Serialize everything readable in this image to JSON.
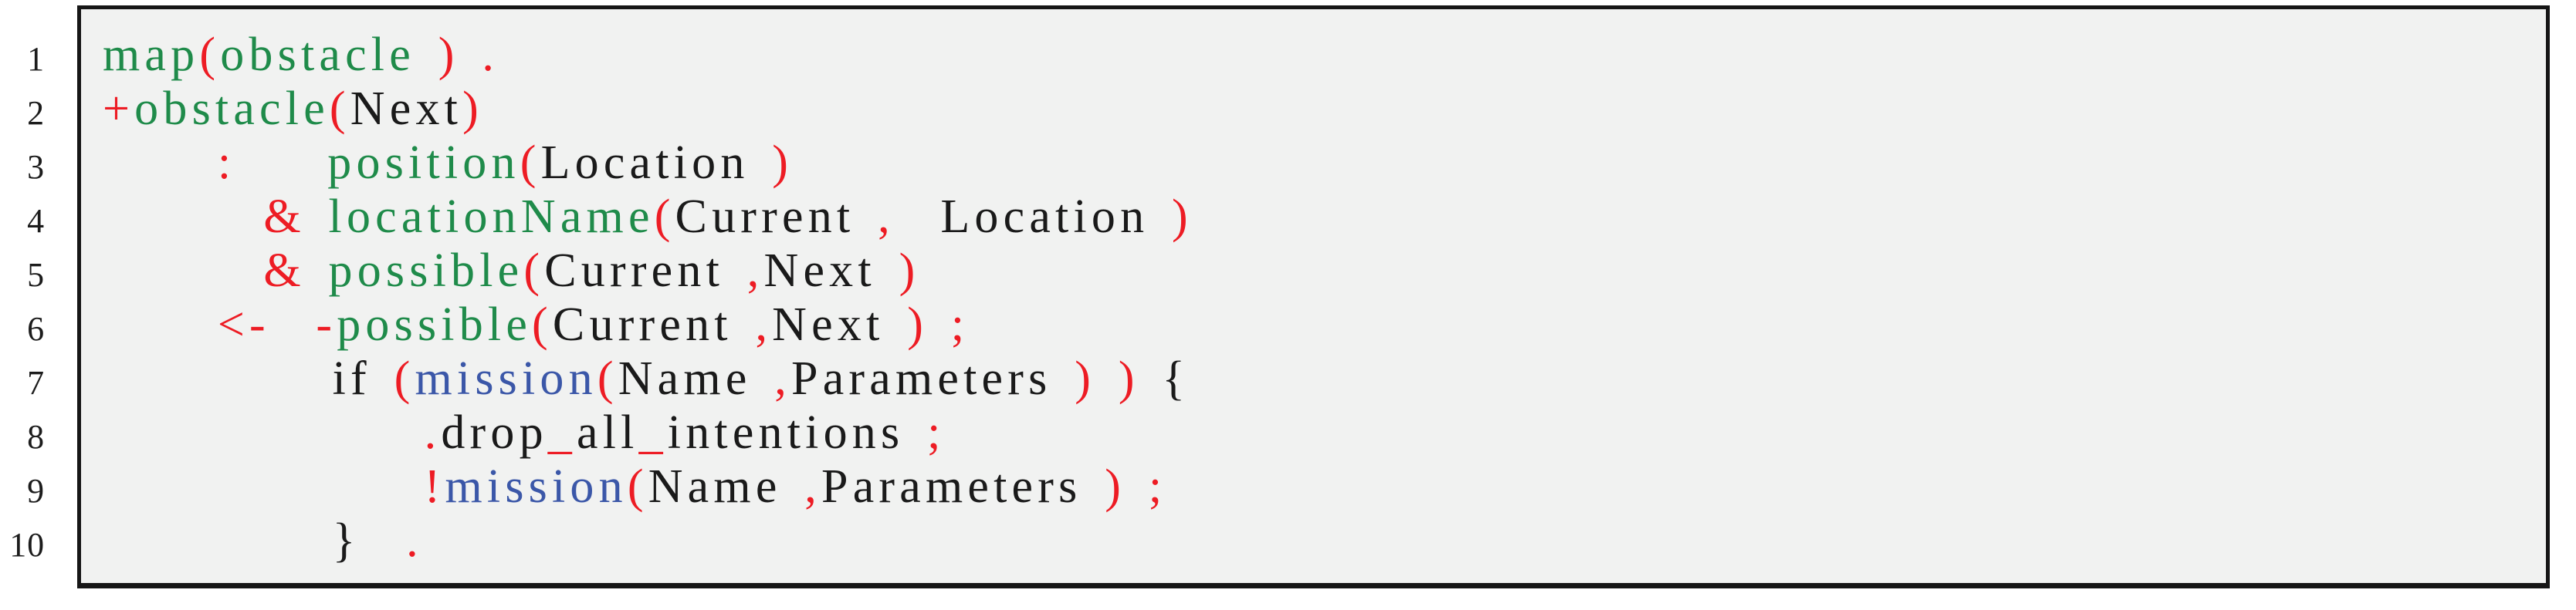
{
  "listing": {
    "frame": {
      "background": "#f1f2f1",
      "border_color": "#161616"
    },
    "palette": {
      "green": "#1f8b4a",
      "red": "#ed1c24",
      "blue": "#3b57a8",
      "black": "#1a1a1a",
      "line_number_color": "#1c1c1c"
    },
    "token_roles": {
      "g": "predicate-name",
      "r": "punctuation-operator",
      "b": "goal-belief-name",
      "k": "keyword-or-variable"
    },
    "lines": [
      {
        "number": "1",
        "tokens": [
          [
            "g",
            "map"
          ],
          [
            "r",
            "("
          ],
          [
            "g",
            "obstacle"
          ],
          [
            "r",
            " ) ."
          ]
        ]
      },
      {
        "number": "2",
        "tokens": [
          [
            "r",
            "+"
          ],
          [
            "g",
            "obstacle"
          ],
          [
            "r",
            "("
          ],
          [
            "k",
            "Next"
          ],
          [
            "r",
            ")"
          ]
        ]
      },
      {
        "number": "3",
        "tokens": [
          [
            "k",
            "     "
          ],
          [
            "r",
            ":"
          ],
          [
            "k",
            "    "
          ],
          [
            "g",
            "position"
          ],
          [
            "r",
            "("
          ],
          [
            "k",
            "Location"
          ],
          [
            "r",
            " )"
          ]
        ]
      },
      {
        "number": "4",
        "tokens": [
          [
            "k",
            "       "
          ],
          [
            "r",
            "&"
          ],
          [
            "k",
            " "
          ],
          [
            "g",
            "locationName"
          ],
          [
            "r",
            "("
          ],
          [
            "k",
            "Current"
          ],
          [
            "r",
            " ,"
          ],
          [
            "k",
            "  Location"
          ],
          [
            "r",
            " )"
          ]
        ]
      },
      {
        "number": "5",
        "tokens": [
          [
            "k",
            "       "
          ],
          [
            "r",
            "&"
          ],
          [
            "k",
            " "
          ],
          [
            "g",
            "possible"
          ],
          [
            "r",
            "("
          ],
          [
            "k",
            "Current"
          ],
          [
            "r",
            " ,"
          ],
          [
            "k",
            "Next"
          ],
          [
            "r",
            " )"
          ]
        ]
      },
      {
        "number": "6",
        "tokens": [
          [
            "k",
            "     "
          ],
          [
            "r",
            "<-"
          ],
          [
            "k",
            "  "
          ],
          [
            "r",
            "-"
          ],
          [
            "g",
            "possible"
          ],
          [
            "r",
            "("
          ],
          [
            "k",
            "Current"
          ],
          [
            "r",
            " ,"
          ],
          [
            "k",
            "Next"
          ],
          [
            "r",
            " ) ;"
          ]
        ]
      },
      {
        "number": "7",
        "tokens": [
          [
            "k",
            "          if "
          ],
          [
            "r",
            "("
          ],
          [
            "b",
            "mission"
          ],
          [
            "r",
            "("
          ],
          [
            "k",
            "Name"
          ],
          [
            "r",
            " ,"
          ],
          [
            "k",
            "Parameters"
          ],
          [
            "r",
            " ) )"
          ],
          [
            "k",
            " {"
          ]
        ]
      },
      {
        "number": "8",
        "tokens": [
          [
            "k",
            "              "
          ],
          [
            "r",
            "."
          ],
          [
            "k",
            "drop"
          ],
          [
            "r",
            "_"
          ],
          [
            "k",
            "all"
          ],
          [
            "r",
            "_"
          ],
          [
            "k",
            "intentions"
          ],
          [
            "r",
            " ;"
          ]
        ]
      },
      {
        "number": "9",
        "tokens": [
          [
            "k",
            "              "
          ],
          [
            "r",
            "!"
          ],
          [
            "b",
            "mission"
          ],
          [
            "r",
            "("
          ],
          [
            "k",
            "Name"
          ],
          [
            "r",
            " ,"
          ],
          [
            "k",
            "Parameters"
          ],
          [
            "r",
            " ) ;"
          ]
        ]
      },
      {
        "number": "10",
        "tokens": [
          [
            "k",
            "          }  "
          ],
          [
            "r",
            "."
          ]
        ]
      }
    ]
  }
}
